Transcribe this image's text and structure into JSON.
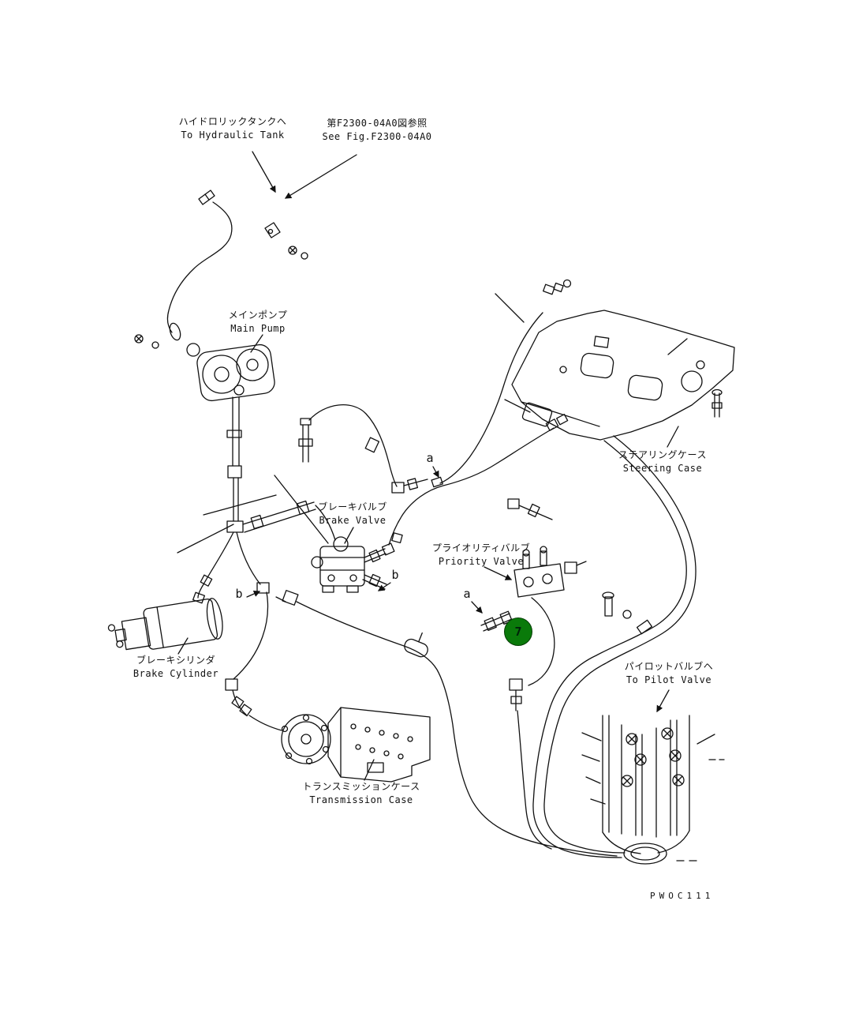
{
  "colors": {
    "line": "#111111",
    "background": "#ffffff",
    "callout_green": "#0a7a0a"
  },
  "labels": {
    "hydraulic_tank": {
      "jp": "ハイドロリックタンクヘ",
      "en": "To Hydraulic Tank"
    },
    "see_fig": {
      "jp": "第F2300-04A0図参照",
      "en": "See Fig.F2300-04A0"
    },
    "main_pump": {
      "jp": "メインポンプ",
      "en": "Main Pump"
    },
    "steering_case": {
      "jp": "ステアリングケース",
      "en": "Steering Case"
    },
    "brake_valve": {
      "jp": "ブレーキバルブ",
      "en": "Brake Valve"
    },
    "priority_valve": {
      "jp": "プライオリティバルブ",
      "en": "Priority Valve"
    },
    "brake_cylinder": {
      "jp": "ブレーキシリンダ",
      "en": "Brake Cylinder"
    },
    "transmission_case": {
      "jp": "トランスミッションケース",
      "en": "Transmission Case"
    },
    "pilot_valve": {
      "jp": "パイロットバルブヘ",
      "en": "To Pilot Valve"
    }
  },
  "section_markers": {
    "a1": "a",
    "a2": "a",
    "b1": "b",
    "b2": "b"
  },
  "callouts": {
    "item7": {
      "number": "7",
      "fill": "#0a7a0a"
    }
  },
  "drawing_code": "PWOC111"
}
